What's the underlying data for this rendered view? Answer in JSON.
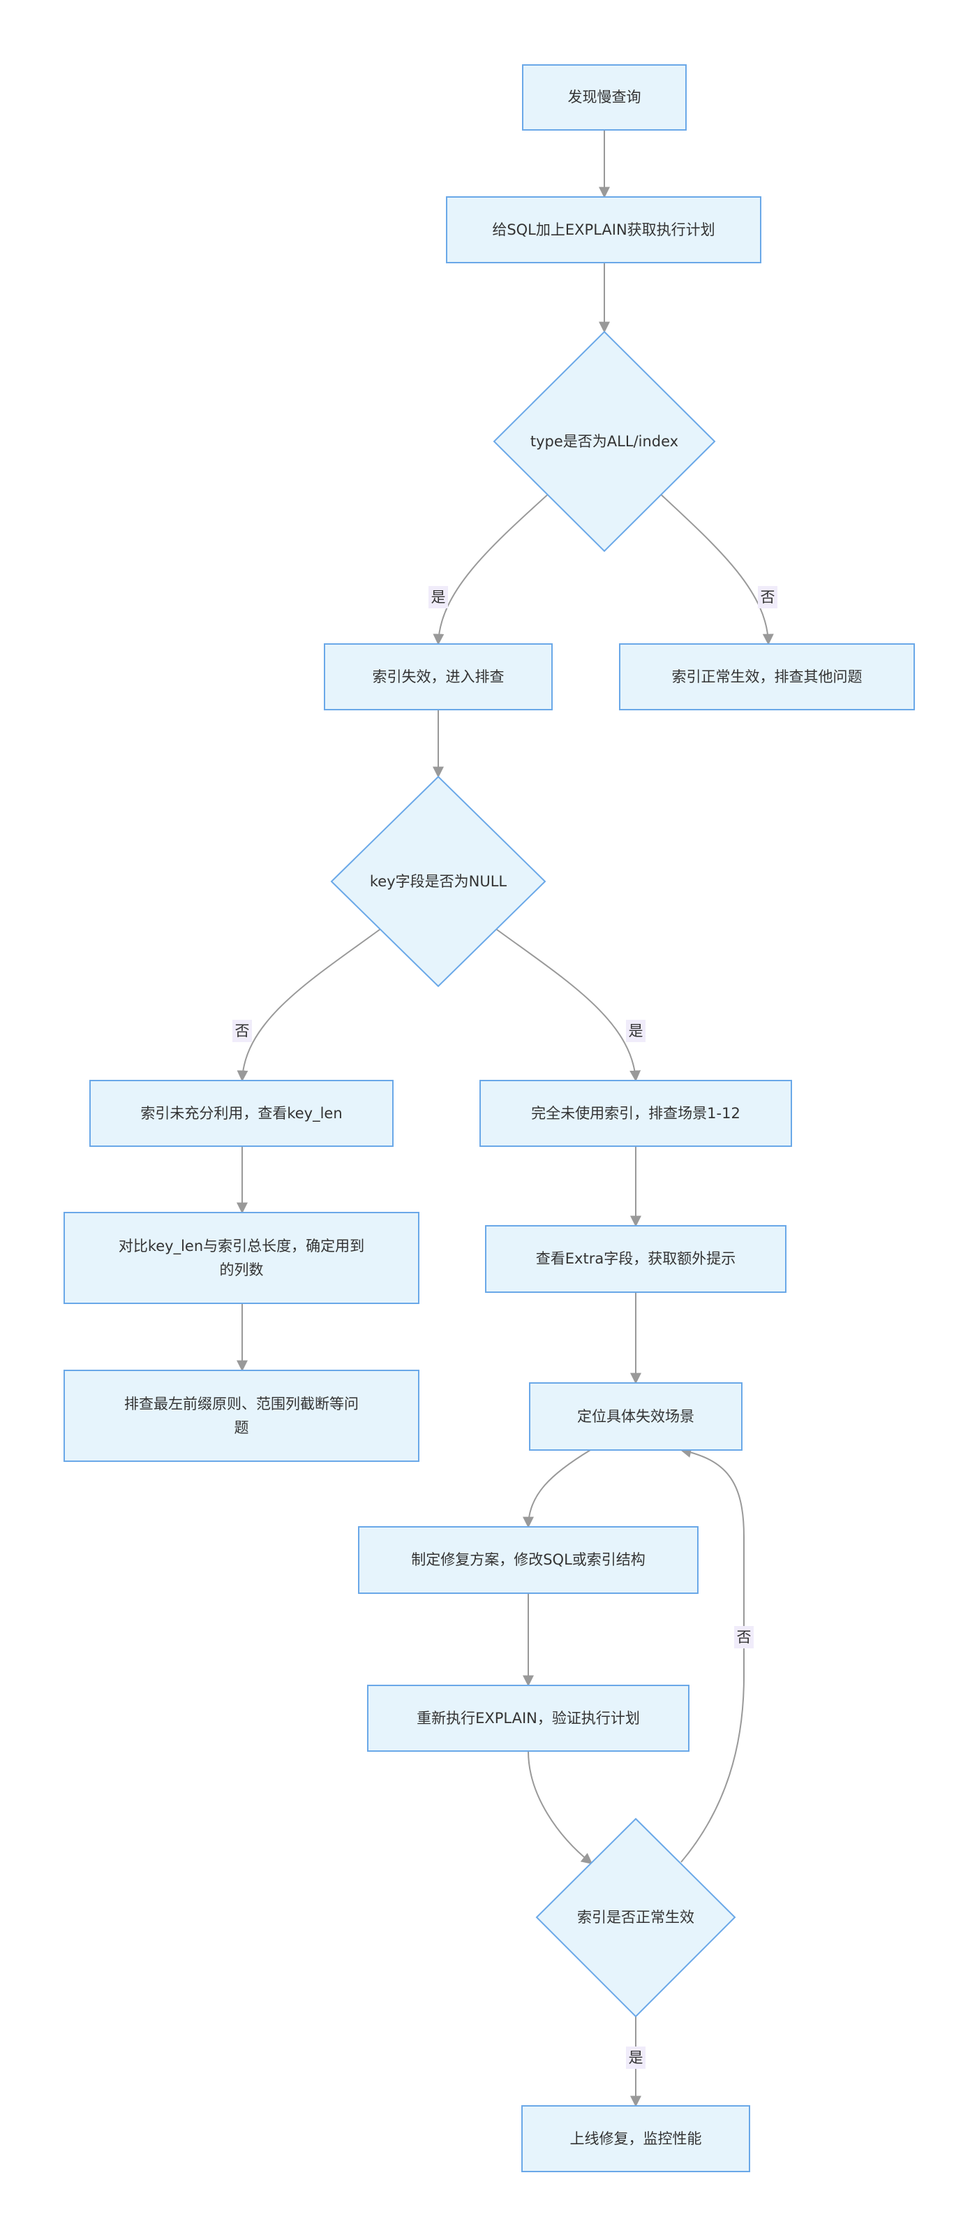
{
  "colors": {
    "node_fill": "#e6f4fc",
    "node_stroke": "#6aa8e8",
    "edge": "#999999",
    "label_bg": "#f0ecfa",
    "text": "#333333"
  },
  "nodes": {
    "n1": "发现慢查询",
    "n2": "给SQL加上EXPLAIN获取执行计划",
    "d1": "type是否为ALL/index",
    "n3": "索引失效，进入排查",
    "n4": "索引正常生效，排查其他问题",
    "d2": "key字段是否为NULL",
    "n5": "索引未充分利用，查看key_len",
    "n6": "完全未使用索引，排查场景1-12",
    "n7": [
      "对比key_len与索引总长度，确定用到",
      "的列数"
    ],
    "n8": "查看Extra字段，获取额外提示",
    "n9": [
      "排查最左前缀原则、范围列截断等问",
      "题"
    ],
    "n10": "定位具体失效场景",
    "n11": "制定修复方案，修改SQL或索引结构",
    "n12": "重新执行EXPLAIN，验证执行计划",
    "d3": "索引是否正常生效",
    "n13": "上线修复，监控性能"
  },
  "edge_labels": {
    "d1_yes": "是",
    "d1_no": "否",
    "d2_no": "否",
    "d2_yes": "是",
    "d3_no": "否",
    "d3_yes": "是"
  }
}
